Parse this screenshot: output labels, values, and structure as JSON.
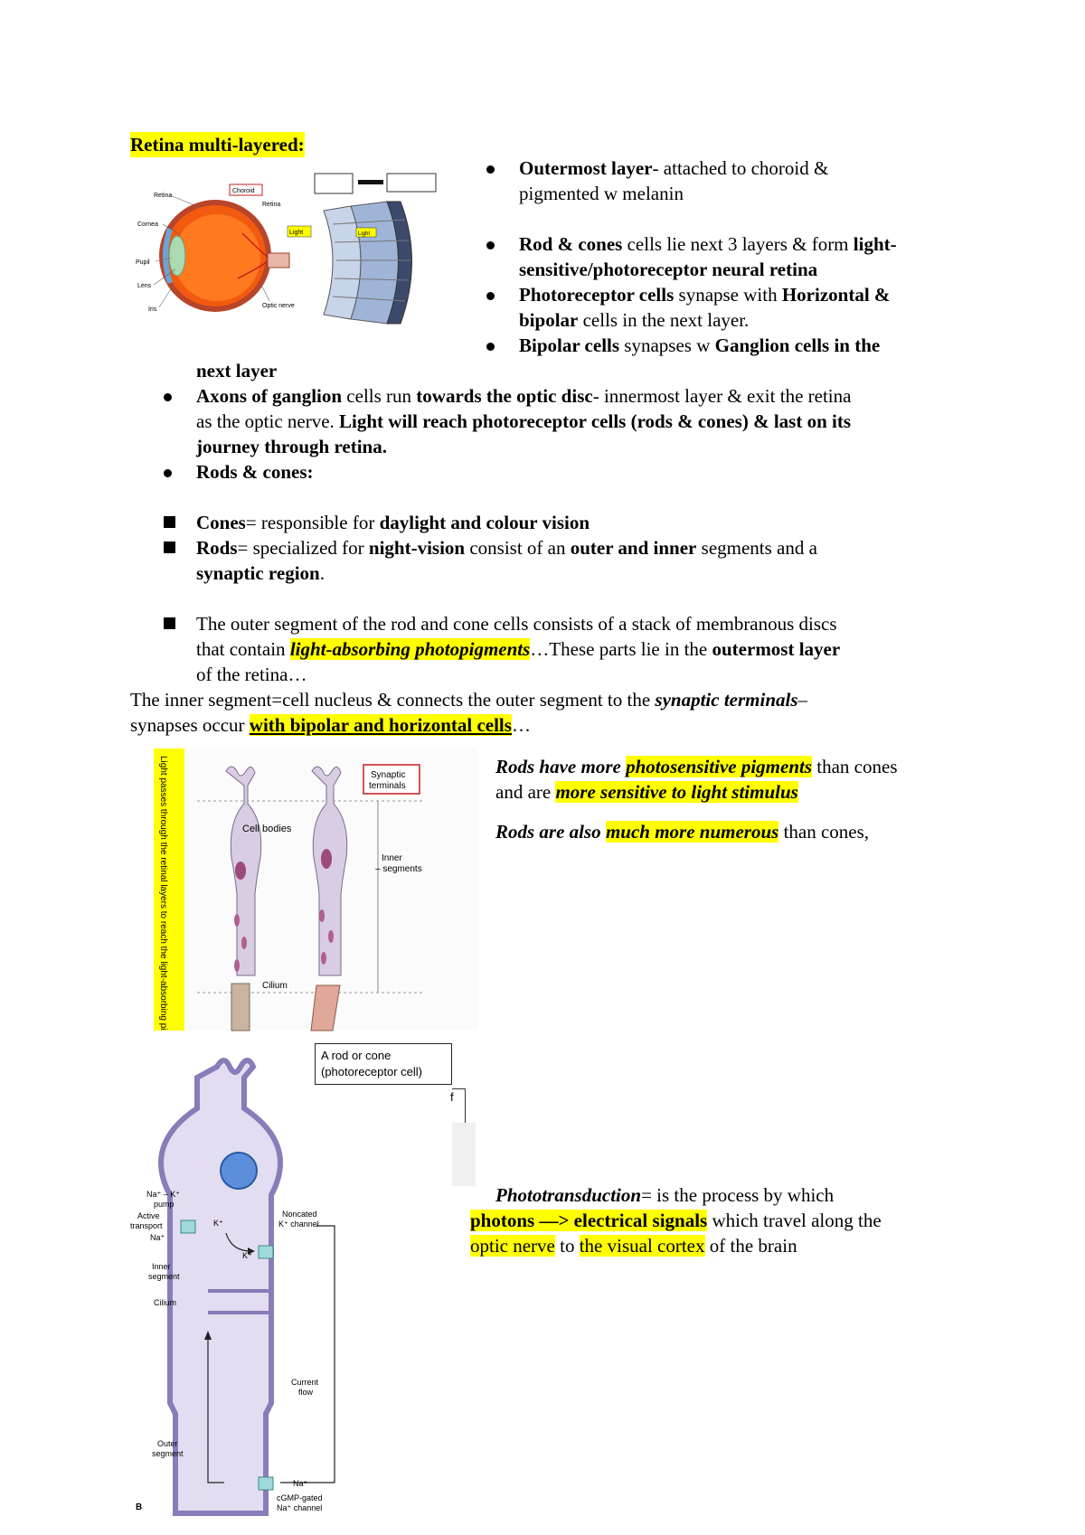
{
  "heading": "Retina multi-layered:",
  "eye_figure": {
    "labels": {
      "retina_top": "Retina",
      "choroid": "Choroid",
      "retina_mid": "Retina",
      "cornea": "Cornea",
      "pupil": "Pupil",
      "lens": "Lens",
      "iris": "Iris",
      "optic_nerve": "Optic nerve",
      "light": "Light",
      "light2": "Light"
    }
  },
  "bullets_top": [
    {
      "bold": "Outermost layer",
      "rest": "- attached to choroid &",
      "line2": "pigmented w melanin"
    },
    {
      "bold": "Rod & cones",
      "rest": " cells lie next 3 layers & form ",
      "bold2": "light-",
      "line2": "sensitive/photoreceptor neural retina"
    },
    {
      "bold": "Photoreceptor cells",
      "rest": " synapse with ",
      "bold2": "Horizontal &",
      "line2a": "bipolar",
      "line2b": " cells in the next layer."
    },
    {
      "bold": "Bipolar cells",
      "rest": " synapses w  ",
      "bold2": "Ganglion cells in the",
      "line2": "next layer"
    }
  ],
  "bullet_axons": {
    "bold1": "Axons of ganglion",
    "t1": " cells run ",
    "bold2": "towards the optic disc",
    "t2": "- innermost layer & exit the retina",
    "l2a": "as the optic nerve.  ",
    "l2b": "Light will reach photoreceptor cells (rods & cones) & last on its",
    "l3": "journey through retina."
  },
  "bullet_rods_cones": "Rods & cones:",
  "squares": {
    "cones_bold": "Cones",
    "cones_t": "= responsible for ",
    "cones_b2": "daylight and colour vision",
    "rods_bold": "Rods",
    "rods_t1": "= specialized for ",
    "rods_b2": "night-vision",
    "rods_t2": " consist of an ",
    "rods_b3": "outer and inner",
    "rods_t3": " segments and a",
    "rods_l2b": "synaptic region",
    "rods_l2t": ".",
    "outer_l1": "The outer segment of the rod and cone cells consists of a stack of membranous discs",
    "outer_l2a": "that contain ",
    "outer_l2b": "light-absorbing photopigments",
    "outer_l2c": "…These parts lie in the ",
    "outer_l2d": "outermost layer",
    "outer_l3": "of the retina…"
  },
  "inner": {
    "l1a": "The inner segment=cell nucleus & connects the outer segment to the ",
    "l1b": "synaptic terminals",
    "l1c": "–",
    "l2a": "synapses occur ",
    "l2b": "with bipolar and horizontal cells",
    "l2c": "…"
  },
  "rods_facts": {
    "p1a": "Rods have more ",
    "p1b": "photosensitive pigments",
    "p1c": " than cones",
    "p1d": "and are ",
    "p1e": "more sensitive to light stimulus",
    "p2a": "Rods are also ",
    "p2b": "much more numerous",
    "p2c": " than cones,"
  },
  "photo": {
    "a": "Phototransduction",
    "b": "= is the process by which",
    "c": "photons —> electrical signals",
    "d": " which travel along the",
    "e": "optic nerve",
    "f": " to ",
    "g": "the visual cortex",
    "h": " of the brain"
  },
  "rod_figure": {
    "side_text": "Light passes through the retinal layers to reach the light-absorbing pi",
    "synaptic": "Synaptic",
    "terminals": "terminals",
    "cell_bodies": "Cell bodies",
    "inner": "Inner",
    "segments": "– segments",
    "cilium": "Cilium",
    "caption1": "A rod or cone",
    "caption2": "(photoreceptor cell)",
    "f": "f"
  },
  "channel_figure": {
    "pump1": "Na⁺ – K⁺",
    "pump2": "pump",
    "active1": "Active",
    "active2": "transport",
    "na": "Na⁺",
    "k1": "K⁺",
    "k2": "K⁺",
    "noncated1": "Noncated",
    "noncated2": "K⁺ channel",
    "inner1": "Inner",
    "inner2": "segment",
    "cilium": "Cilium",
    "current1": "Current",
    "current2": "flow",
    "outer1": "Outer",
    "outer2": "segment",
    "na2": "Na⁺",
    "cgmp1": "cGMP-gated",
    "cgmp2": "Na⁺ channel",
    "b": "B"
  }
}
